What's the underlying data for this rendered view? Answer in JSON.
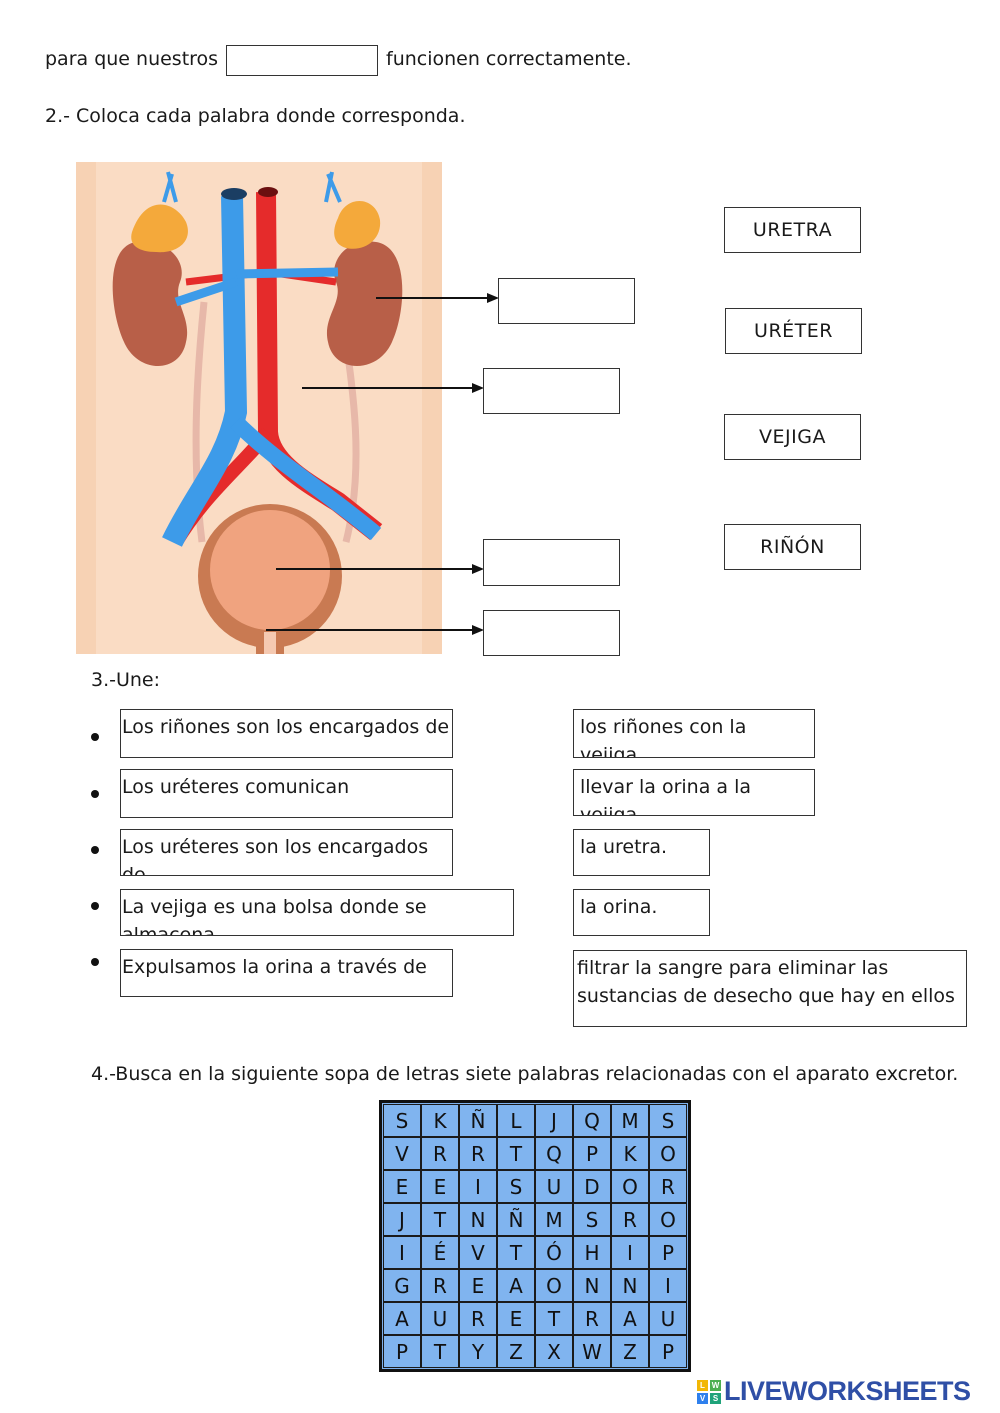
{
  "section1": {
    "sentence_start": "para que nuestros",
    "sentence_end": "funcionen correctamente.",
    "answer_value": ""
  },
  "section2": {
    "instruction": "2.- Coloca cada palabra donde corresponda.",
    "word_bank": [
      "URETRA",
      "URÉTER",
      "VEJIGA",
      "RIÑÓN"
    ],
    "targets": [
      "",
      "",
      "",
      ""
    ]
  },
  "section3": {
    "instruction": "3.-Une:",
    "left": [
      "Los riñones son los encargados de",
      "Los uréteres comunican",
      "Los uréteres son los encargados de",
      "La vejiga es una bolsa donde se almacena",
      "Expulsamos la orina a través de"
    ],
    "right": [
      "los riñones con la vejiga.",
      "llevar la orina a la vejiga.",
      "la uretra.",
      "la orina.",
      "filtrar la sangre para eliminar las\n sustancias de desecho que hay en ellos"
    ]
  },
  "section4": {
    "instruction": "4.-Busca en la siguiente sopa de letras siete palabras relacionadas con el aparato excretor.",
    "grid": [
      [
        "S",
        "K",
        "Ñ",
        "L",
        "J",
        "Q",
        "M",
        "S"
      ],
      [
        "V",
        "R",
        "R",
        "T",
        "Q",
        "P",
        "K",
        "O"
      ],
      [
        "E",
        "E",
        "I",
        "S",
        "U",
        "D",
        "O",
        "R"
      ],
      [
        "J",
        "T",
        "N",
        "Ñ",
        "M",
        "S",
        "R",
        "O"
      ],
      [
        "I",
        "É",
        "V",
        "T",
        "Ó",
        "H",
        "I",
        "P"
      ],
      [
        "G",
        "R",
        "E",
        "A",
        "O",
        "N",
        "N",
        "I"
      ],
      [
        "A",
        "U",
        "R",
        "E",
        "T",
        "R",
        "A",
        "U"
      ],
      [
        "P",
        "T",
        "Y",
        "Z",
        "X",
        "W",
        "Z",
        "P"
      ]
    ]
  },
  "brand": {
    "name": "LIVEWORKSHEETS",
    "logo_letters": [
      "L",
      "W",
      "V",
      "S"
    ],
    "logo_colors": [
      "#f2b705",
      "#4caf50",
      "#2f80ed",
      "#1fa37a"
    ]
  },
  "colors": {
    "soup_cell": "#80b4ef",
    "brand_blue": "#2f4fa6",
    "vein_blue": "#3d9be9",
    "artery_red": "#e52b2b",
    "kidney": "#b85f48",
    "adrenal": "#f4a93b",
    "body_bg": "#fadcc4"
  }
}
